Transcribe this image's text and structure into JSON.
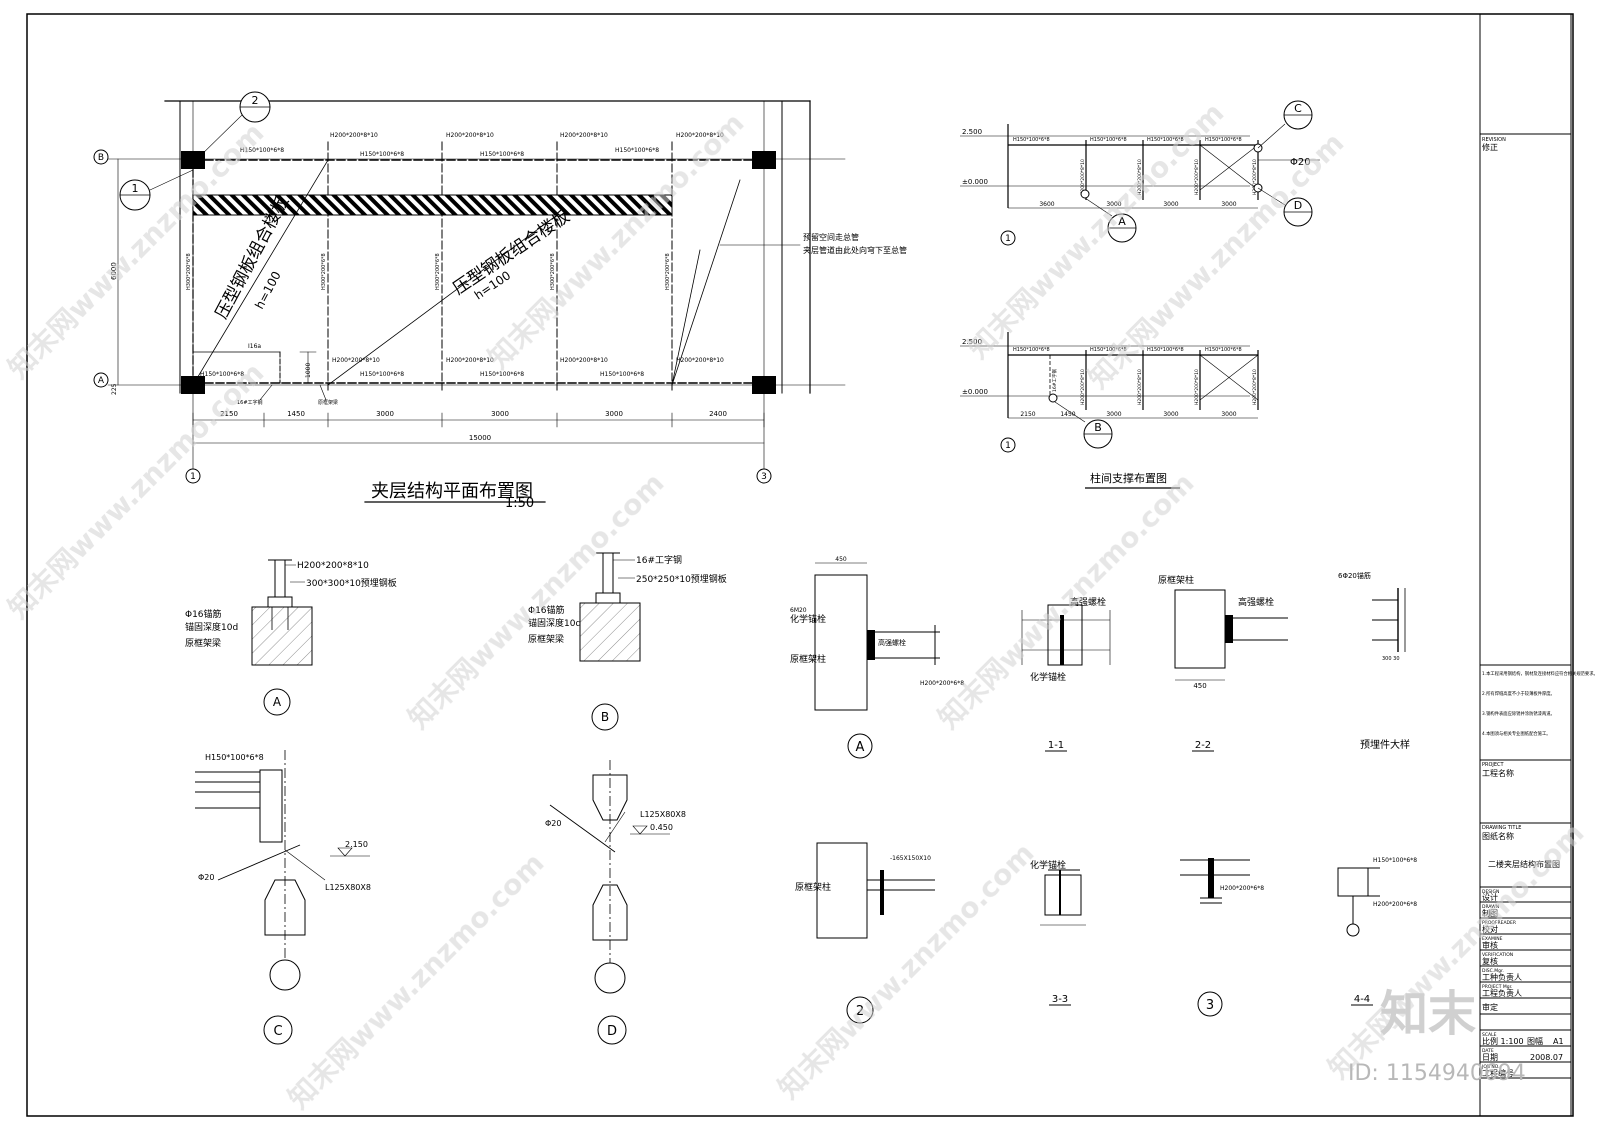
{
  "sheet": {
    "revision_label": "REVISION",
    "revision_value": "修正",
    "notes": [
      "1.本工程采用钢结构，钢材及连接材料应符合相关规范要求。",
      "2.所有焊缝高度不小于较薄板件厚度。",
      "3.钢构件表面应除锈并涂防锈漆两道。",
      "4.本图须与相关专业图纸配合施工。"
    ],
    "project_label": "PROJECT",
    "project_value": "工程名称",
    "drawing_title_label": "DRAWING TITLE",
    "drawing_title_value": "图纸名称",
    "drawing_title_text": "二楼夹层结构布置图",
    "roles": [
      {
        "en": "DESIGN",
        "cn": "设计"
      },
      {
        "en": "DRAWN",
        "cn": "制图"
      },
      {
        "en": "PROOFREADER",
        "cn": "校对"
      },
      {
        "en": "EXAMINE",
        "cn": "审核"
      },
      {
        "en": "VERIFICATION",
        "cn": "复核"
      },
      {
        "en": "DISC.Mgr.",
        "cn": "工种负责人"
      },
      {
        "en": "PROJECT Mgr.",
        "cn": "工程负责人"
      },
      {
        "en": "",
        "cn": "审定"
      }
    ],
    "scale_label": "SCALE",
    "scale_value": "比例 1:100",
    "sheet_size_label": "图幅",
    "sheet_size_value": "A1",
    "date_label": "DATE",
    "date_key": "日期",
    "date_value": "2008.07",
    "job_label": "JOB NO.",
    "job_value": "工程编号"
  },
  "watermark": {
    "text": "知末网www.znzmo.com",
    "brand": "知末",
    "id": "ID: 1154940694"
  },
  "plan": {
    "title": "夹层结构平面布置图",
    "scale": "1:50",
    "axis_B": "B",
    "axis_A": "A",
    "axis_1": "1",
    "axis_3": "3",
    "callout_2": "2",
    "callout_1": "1",
    "beam_top": "H200*200*8*10",
    "beam_bot": "H200*200*8*10",
    "joist": "H150*100*6*8",
    "col_beam": "H300*200*6*8",
    "slab_text": "压型钢板组合楼板",
    "slab_h": "h=100",
    "i16": "I16a",
    "note_line1": "预留空间走总管",
    "note_line2": "夹层管道由此处向穹下至总管",
    "label_i16": "16#工字钢",
    "label_frame": "原框架梁",
    "dim_6000": "6000",
    "dim_225": "225",
    "dim_1000": "1000",
    "dims_bottom": [
      "2150",
      "1450",
      "3000",
      "3000",
      "3000",
      "2400"
    ],
    "dim_total": "15000"
  },
  "bracing": {
    "title": "柱间支撑布置图",
    "elev_top": "2.500",
    "elev_zero": "±0.000",
    "beam": "H150*100*6*8",
    "col": "H200*200*8*10",
    "dims_top": [
      "3600",
      "3000",
      "3000",
      "3000"
    ],
    "dims_bot": [
      "2150",
      "1450",
      "3000",
      "3000",
      "3000"
    ],
    "callout_A": "A",
    "callout_B": "B",
    "callout_C": "C",
    "callout_D": "D",
    "phi20": "Φ20",
    "axis_1": "1",
    "i16_label": "16#工字钢"
  },
  "detailA": {
    "label": "A",
    "beam": "H200*200*8*10",
    "plate": "300*300*10预埋钢板",
    "anchor": "Φ16锚筋",
    "depth": "锚固深度10d",
    "frame": "原框架梁"
  },
  "detailB": {
    "label": "B",
    "beam": "16#工字钢",
    "plate": "250*250*10预埋钢板",
    "anchor": "Φ16锚筋",
    "depth": "锚固深度10d",
    "frame": "原框架梁"
  },
  "detailC": {
    "label": "C",
    "beam": "H150*100*6*8",
    "elev": "2.150",
    "rod": "Φ20",
    "angle": "L125X80X8"
  },
  "detailD": {
    "label": "D",
    "rod": "Φ20",
    "angle": "L125X80X8",
    "elev": "0.450"
  },
  "nodeA": {
    "label": "A",
    "top_dim": "450",
    "anchor": "化学锚栓",
    "frame": "原框架柱",
    "bolt": "高强螺栓",
    "beam": "H200*200*6*8",
    "chem": "6M20"
  },
  "node2": {
    "label": "2",
    "frame": "原框架柱",
    "plate": "-165X150X10"
  },
  "section11": {
    "label": "1-1",
    "bolt": "高强螺栓",
    "anchor": "化学锚栓"
  },
  "section22": {
    "label": "2-2",
    "frame": "原框架柱",
    "bolt": "高强螺栓",
    "dim": "450"
  },
  "section33": {
    "label": "3-3",
    "anchor": "化学锚栓"
  },
  "node3": {
    "label": "3",
    "beam": "H200*200*6*8"
  },
  "section44": {
    "label": "4-4",
    "beam_top": "H150*100*6*8",
    "beam_bot": "H200*200*6*8"
  },
  "embed": {
    "label": "预埋件大样",
    "rebar": "6Φ20锚筋",
    "dim": "300 30"
  }
}
